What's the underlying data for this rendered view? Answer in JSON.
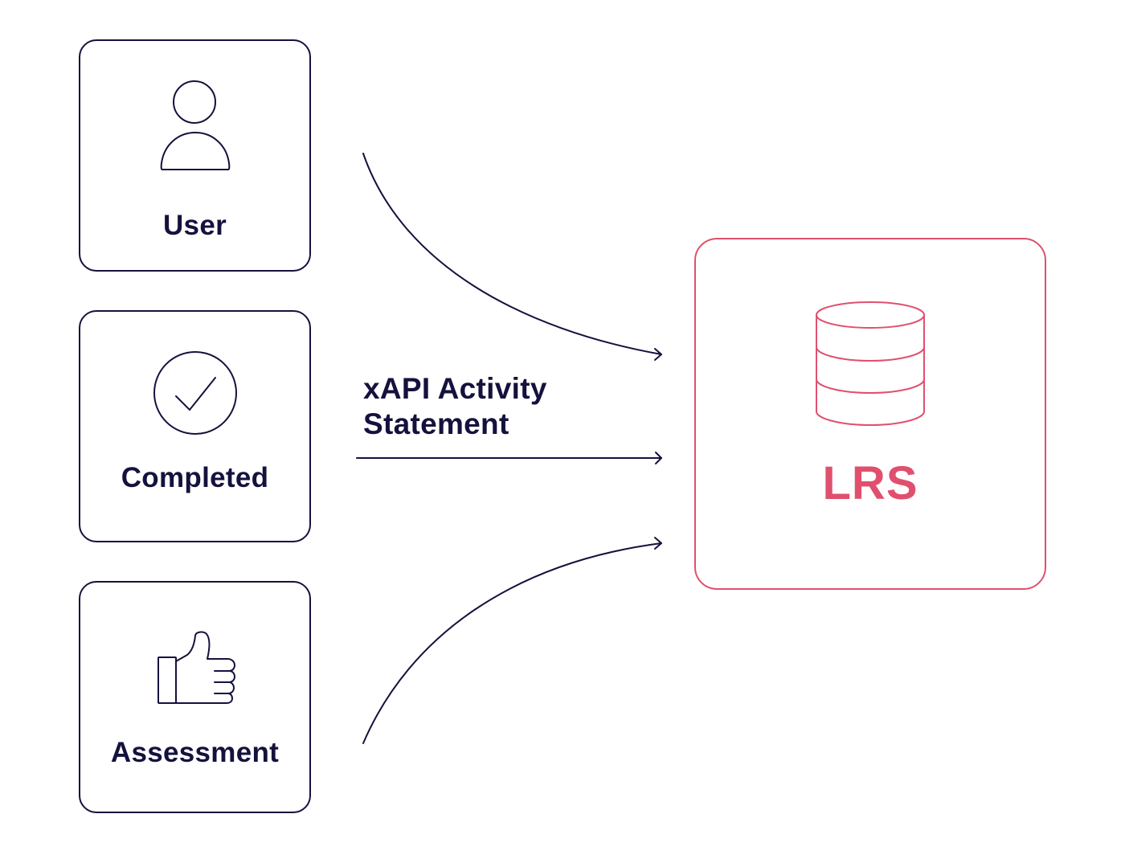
{
  "diagram": {
    "sources": [
      {
        "label": "User",
        "icon": "user-icon"
      },
      {
        "label": "Completed",
        "icon": "check-circle-icon"
      },
      {
        "label": "Assessment",
        "icon": "thumbs-up-icon"
      }
    ],
    "connector_label_line1": "xAPI Activity",
    "connector_label_line2": "Statement",
    "target": {
      "label": "LRS",
      "icon": "database-icon"
    },
    "colors": {
      "ink": "#14123d",
      "accent": "#e0506e",
      "background": "#ffffff"
    }
  }
}
